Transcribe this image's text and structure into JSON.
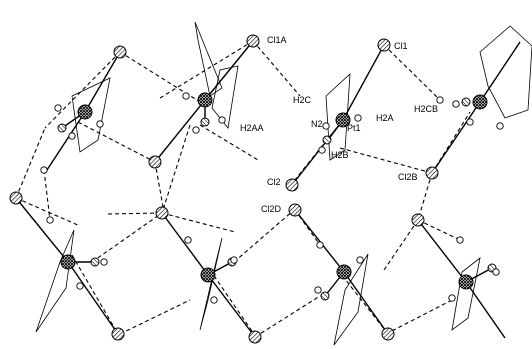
{
  "labels": {
    "cl1a": "Cl1A",
    "cl1": "Cl1",
    "h2c": "H2C",
    "n2": "N2",
    "pt1": "Pt1",
    "h2a": "H2A",
    "h2cb": "H2CB",
    "h2aa": "H2AA",
    "h2b": "H2B",
    "cl2": "Cl2",
    "cl2b": "Cl2B",
    "cl2d": "Cl2D"
  }
}
